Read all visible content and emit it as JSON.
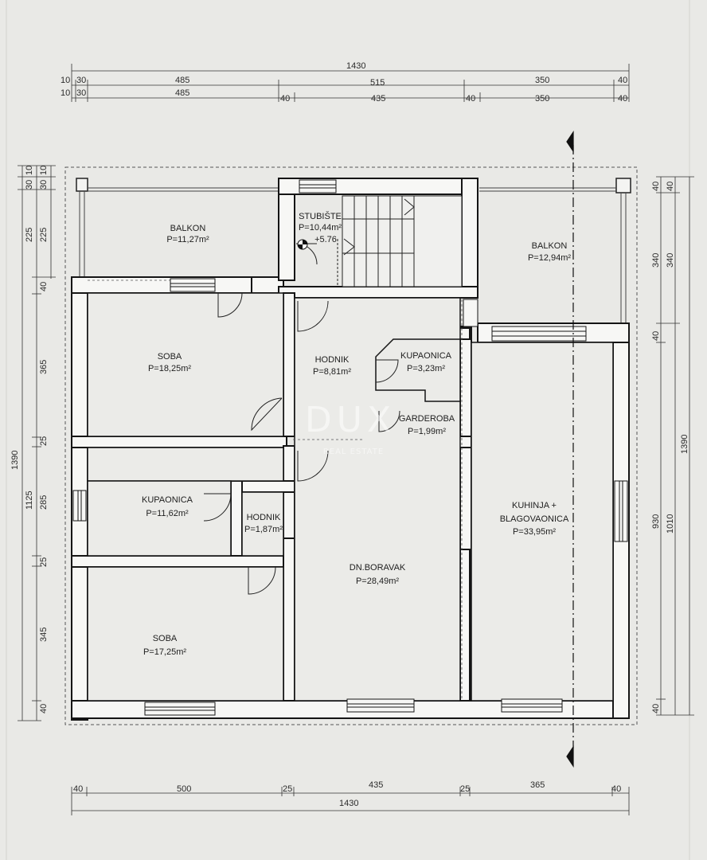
{
  "dims": {
    "top_total": "1430",
    "top_row1": [
      "10",
      "30",
      "485",
      "515",
      "350",
      "40"
    ],
    "top_row2": [
      "10",
      "30",
      "485",
      "40",
      "435",
      "40",
      "350",
      "40"
    ],
    "bottom_row": [
      "40",
      "500",
      "25",
      "435",
      "25",
      "365",
      "40"
    ],
    "bottom_total": "1430",
    "left_outer": "1390",
    "left_mid": "1125",
    "left_col": [
      "10",
      "30",
      "225",
      "40",
      "365",
      "25",
      "285",
      "25",
      "345",
      "40"
    ],
    "left_col2": [
      "10",
      "30",
      "225"
    ],
    "right_col": [
      "40",
      "340",
      "40",
      "930",
      "40"
    ],
    "right_col2": [
      "40",
      "340",
      "1010"
    ],
    "right_outer": "1390"
  },
  "rooms": {
    "balkon_left": {
      "name": "BALKON",
      "area": "P=11,27m²"
    },
    "stubiste": {
      "name": "STUBIŠTE",
      "area": "P=10,44m²",
      "level": "+5.76"
    },
    "balkon_right": {
      "name": "BALKON",
      "area": "P=12,94m²"
    },
    "soba_top": {
      "name": "SOBA",
      "area": "P=18,25m²"
    },
    "hodnik_main": {
      "name": "HODNIK",
      "area": "P=8,81m²"
    },
    "kupaonica_small": {
      "name": "KUPAONICA",
      "area": "P=3,23m²"
    },
    "garderoba": {
      "name": "GARDEROBA",
      "area": "P=1,99m²"
    },
    "kupaonica_left": {
      "name": "KUPAONICA",
      "area": "P=11,62m²"
    },
    "hodnik_small": {
      "name": "HODNIK",
      "area": "P=1,87m²"
    },
    "kuhinja": {
      "name1": "KUHINJA +",
      "name2": "BLAGOVAONICA",
      "area": "P=33,95m²"
    },
    "boravak": {
      "name": "DN.BORAVAK",
      "area": "P=28,49m²"
    },
    "soba_bottom": {
      "name": "SOBA",
      "area": "P=17,25m²"
    }
  },
  "watermark": {
    "brand": "DUX",
    "tagline": "REAL ESTATE"
  }
}
